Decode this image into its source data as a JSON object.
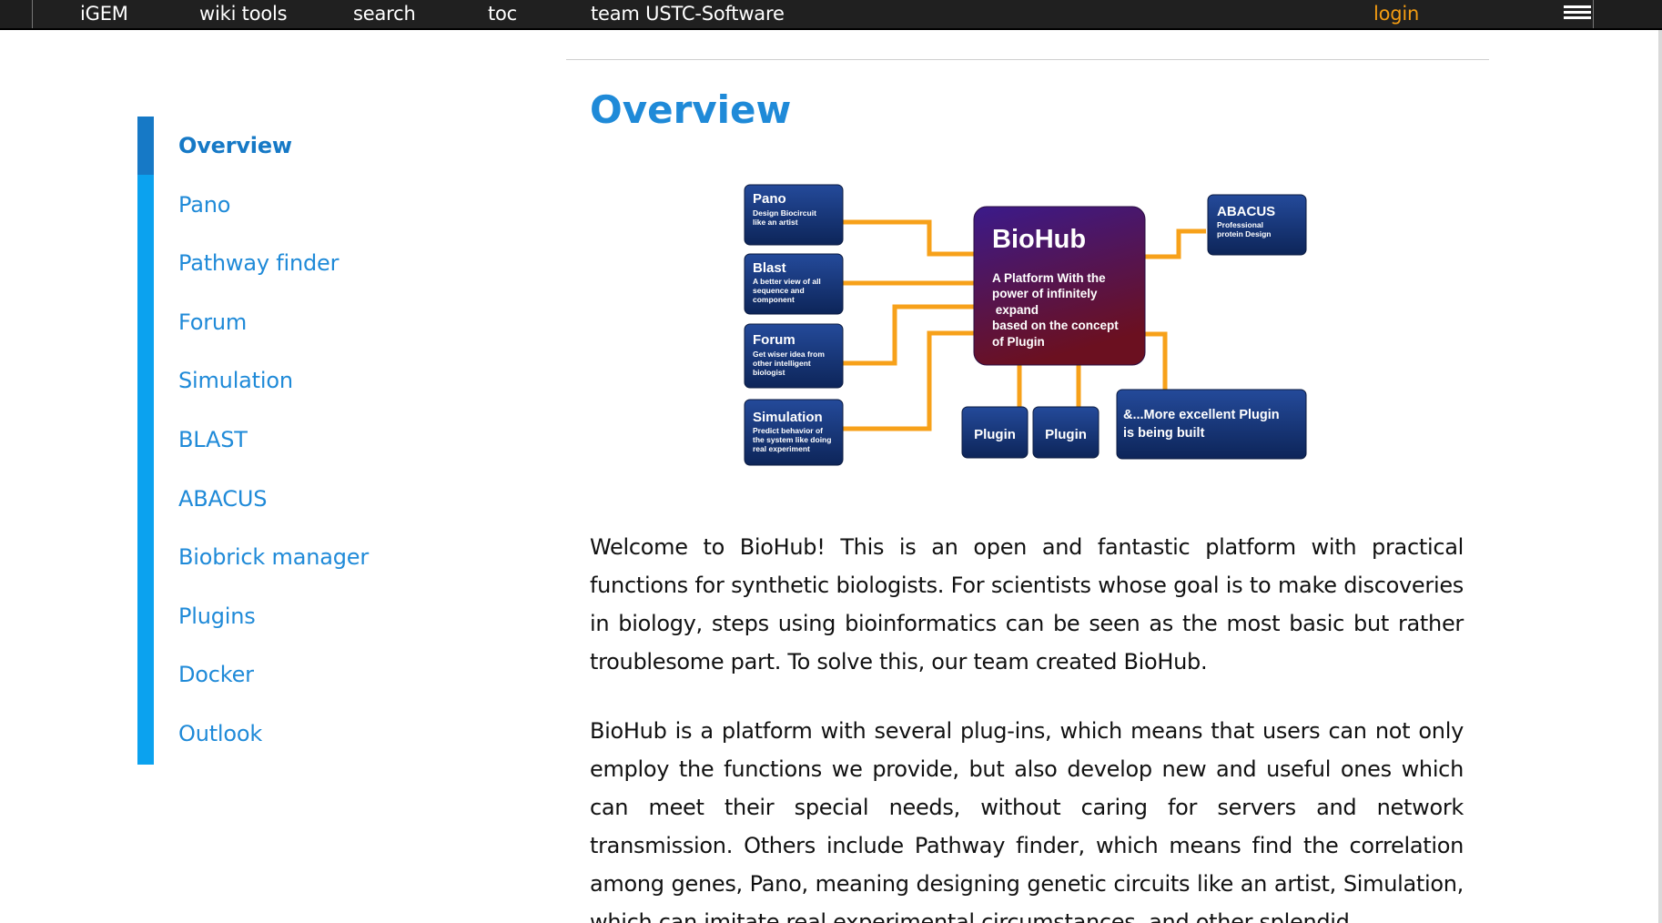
{
  "topbar": {
    "igem": "iGEM",
    "wiki_tools": "wiki tools",
    "search": "search",
    "toc": "toc",
    "team": "team USTC-Software",
    "login": "login",
    "menu_icon": "hamburger-menu-icon"
  },
  "sidebar": {
    "items": [
      {
        "label": "Overview",
        "active": true
      },
      {
        "label": "Pano"
      },
      {
        "label": "Pathway finder"
      },
      {
        "label": "Forum"
      },
      {
        "label": "Simulation"
      },
      {
        "label": "BLAST"
      },
      {
        "label": "ABACUS"
      },
      {
        "label": "Biobrick manager"
      },
      {
        "label": "Plugins"
      },
      {
        "label": "Docker"
      },
      {
        "label": "Outlook"
      }
    ]
  },
  "main": {
    "title": "Overview",
    "diagram": {
      "center_title": "BioHub",
      "center_lines": [
        "A Platform With the",
        "power of infinitely",
        " expand",
        "based on the concept",
        "of Plugin"
      ],
      "left_boxes": [
        {
          "title": "Pano",
          "desc": [
            "Design Biocircuit",
            "like an artist"
          ]
        },
        {
          "title": "Blast",
          "desc": [
            "A better view of all",
            "sequence and",
            "component"
          ]
        },
        {
          "title": "Forum",
          "desc": [
            "Get wiser idea from",
            "other intelligent",
            "biologist"
          ]
        },
        {
          "title": "Simulation",
          "desc": [
            "Predict behavior of",
            "the system like doing",
            "real experiment"
          ]
        }
      ],
      "abacus": {
        "title": "ABACUS",
        "desc": [
          "Professional",
          "protein Design"
        ]
      },
      "plugin_1": "Plugin",
      "plugin_2": "Plugin",
      "more_lines": [
        "&...More excellent Plugin",
        "is being built"
      ],
      "colors": {
        "box": "#10306e",
        "center_start": "#3b1a8a",
        "center_end": "#6b1020",
        "connector": "#f7a11a"
      }
    },
    "paragraphs": [
      "Welcome to BioHub! This is an open and fantastic platform with practical functions for synthetic biologists. For scientists whose goal is to make discoveries in biology, steps using bioinformatics can be seen as the most basic but rather troublesome part. To solve this, our team created BioHub.",
      "BioHub is a platform with several plug-ins, which means that users can not only employ the functions we provide, but also develop new and useful ones which can meet their special needs, without caring for servers and network transmission. Others include Pathway finder, which means find the correlation among genes, Pano, meaning designing genetic circuits like an artist, Simulation, which can imitate real experimental circumstances, and other splendid"
    ]
  },
  "colors": {
    "accent": "#1f8ad8",
    "sidebar_bar": "#0ba2ef",
    "sidebar_active": "#1679c6",
    "login": "#f39c12"
  }
}
